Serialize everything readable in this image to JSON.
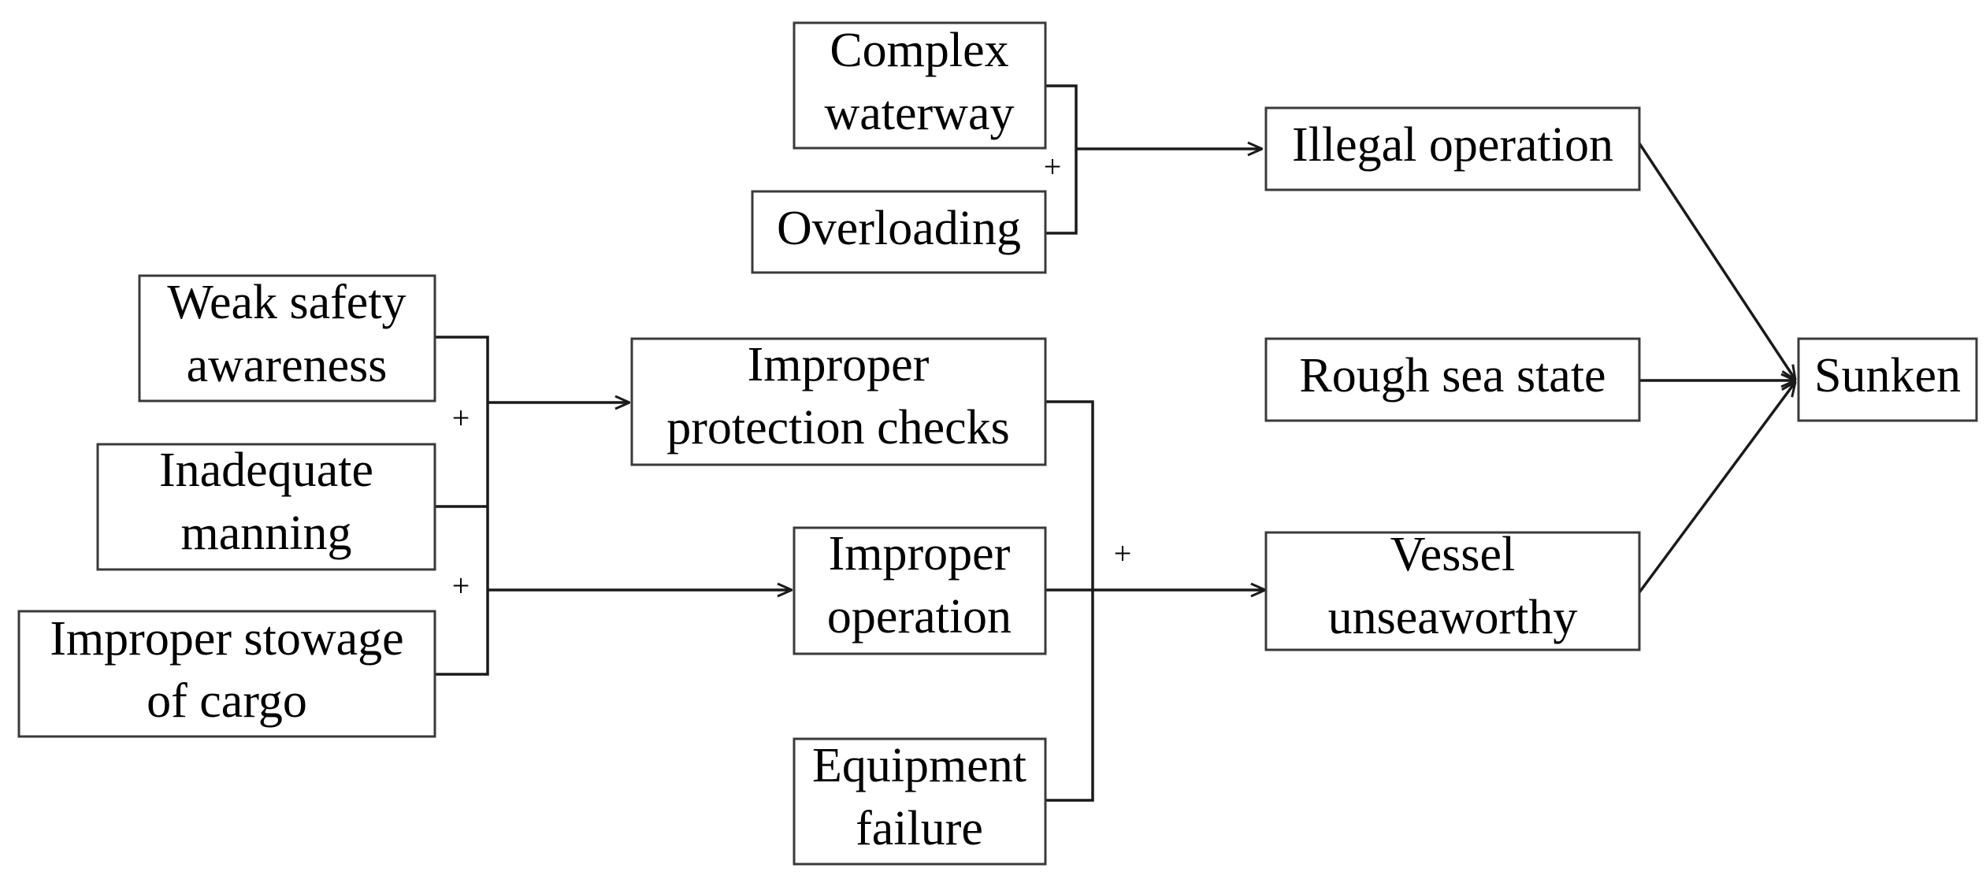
{
  "nodes": {
    "complex_waterway": [
      "Complex",
      "waterway"
    ],
    "overloading": [
      "Overloading"
    ],
    "illegal_operation": [
      "Illegal operation"
    ],
    "weak_safety_awareness": [
      "Weak safety",
      "awareness"
    ],
    "inadequate_manning": [
      "Inadequate",
      "manning"
    ],
    "improper_stowage": [
      "Improper stowage",
      "of cargo"
    ],
    "improper_protection_checks": [
      "Improper",
      "protection checks"
    ],
    "improper_operation": [
      "Improper",
      "operation"
    ],
    "equipment_failure": [
      "Equipment",
      "failure"
    ],
    "rough_sea_state": [
      "Rough sea state"
    ],
    "vessel_unseaworthy": [
      "Vessel",
      "unseaworthy"
    ],
    "sunken": [
      "Sunken"
    ]
  },
  "gates": {
    "gate_top": "+",
    "gate_left_upper": "+",
    "gate_left_lower": "+",
    "gate_middle": "+"
  }
}
